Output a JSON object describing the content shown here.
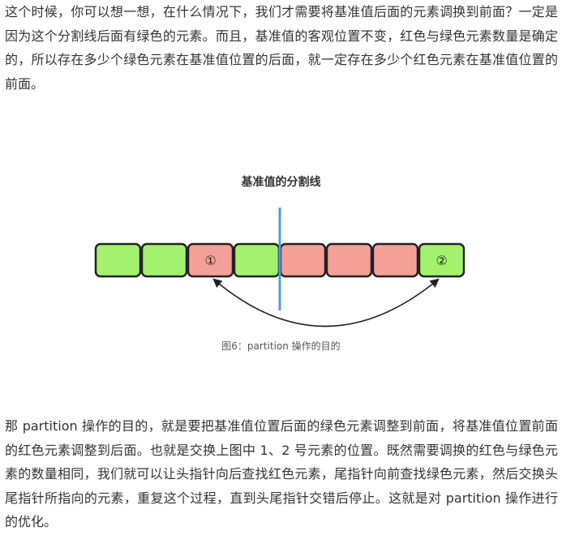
{
  "paragraph1": "这个时候，你可以想一想，在什么情况下，我们才需要将基准值后面的元素调换到前面？一定是因为这个分割线后面有绿色的元素。而且，基准值的客观位置不变，红色与绿色元素数量是确定的，所以存在多少个绿色元素在基准值位置的后面，就一定存在多少个红色元素在基准值位置的前面。",
  "figure": {
    "title": "基准值的分割线",
    "caption": "图6：partition 操作的目的",
    "boxes": [
      {
        "color": "green",
        "label": ""
      },
      {
        "color": "green",
        "label": ""
      },
      {
        "color": "red",
        "label": "①"
      },
      {
        "color": "green",
        "label": ""
      },
      {
        "color": "red",
        "label": ""
      },
      {
        "color": "red",
        "label": ""
      },
      {
        "color": "red",
        "label": ""
      },
      {
        "color": "green",
        "label": "②"
      }
    ],
    "colors": {
      "green": "#a3f26d",
      "red": "#f4a099",
      "divider": "#4a9ee0",
      "stroke": "#222222"
    }
  },
  "paragraph2": "那 partition 操作的目的，就是要把基准值位置后面的绿色元素调整到前面，将基准值位置前面的红色元素调整到后面。也就是交换上图中 1、2 号元素的位置。既然需要调换的红色与绿色元素的数量相同，我们就可以让头指针向后查找红色元素，尾指针向前查找绿色元素，然后交换头尾指针所指向的元素，重复这个过程，直到头尾指针交错后停止。这就是对 partition 操作进行的优化。"
}
